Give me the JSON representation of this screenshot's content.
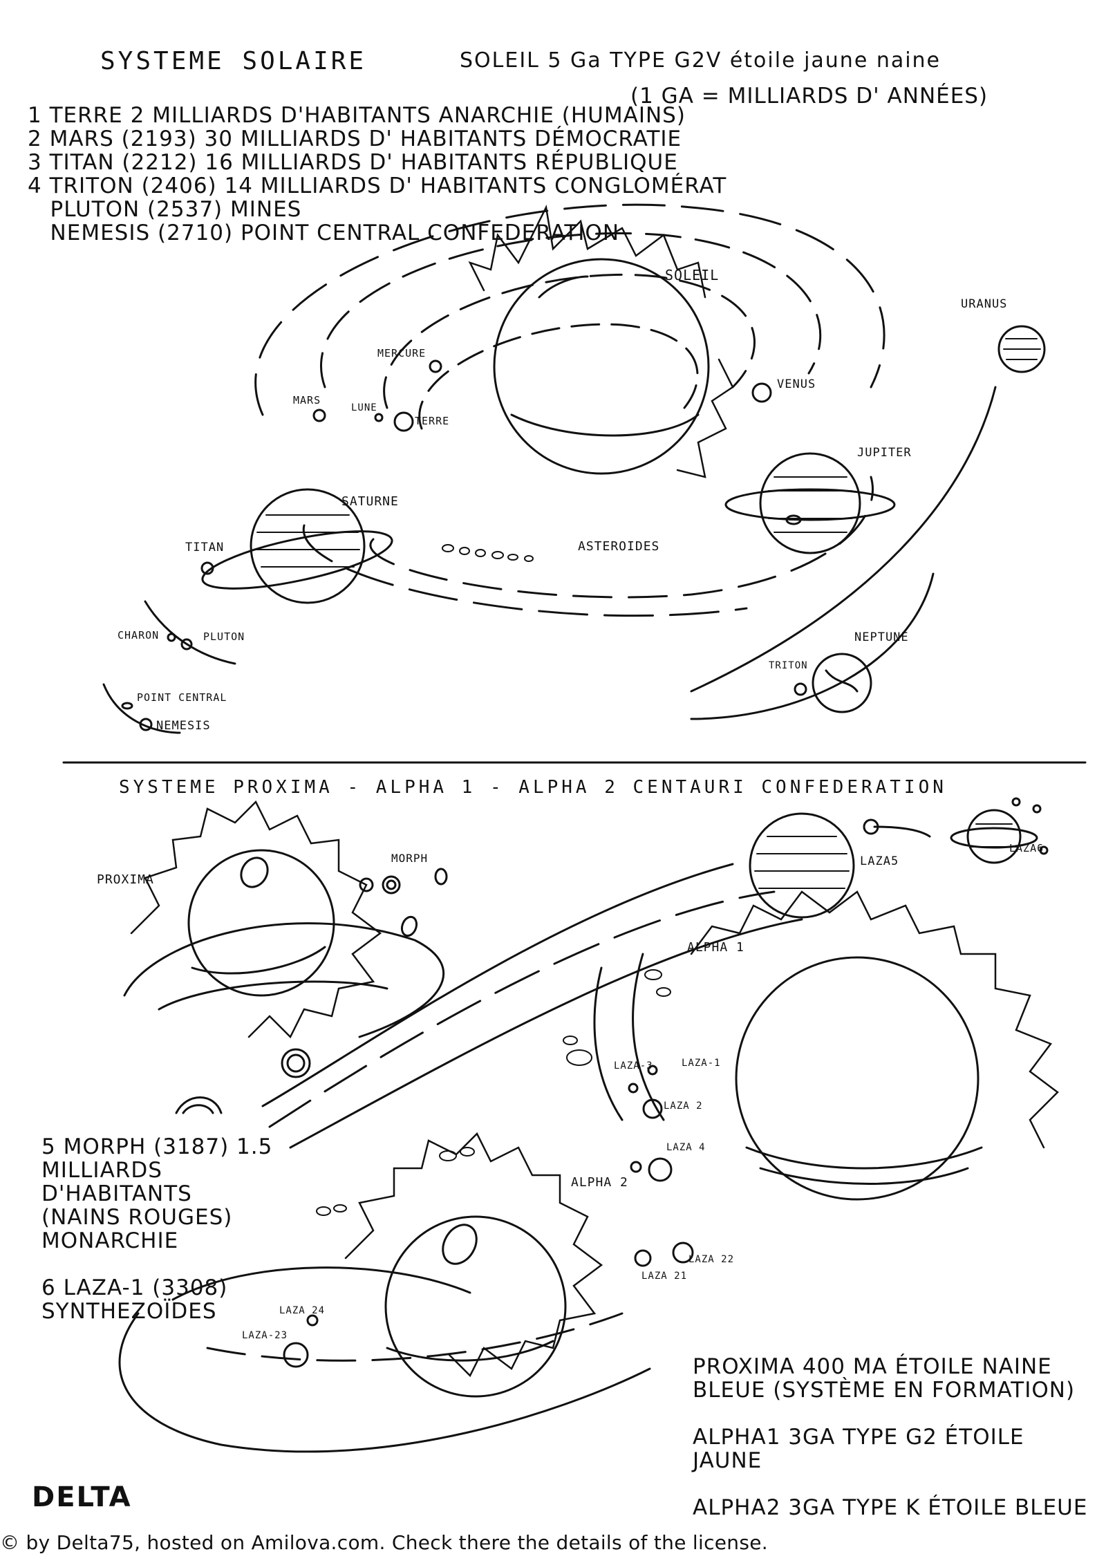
{
  "top": {
    "title": "SYSTEME  SOLAIRE",
    "sun_note": "SOLEIL  5 Ga  TYPE G2V étoile jaune naine",
    "ga_note": "(1 GA = MILLIARDS D' ANNÉES)",
    "list": [
      "1 TERRE 2 MILLIARDS D'HABITANTS ANARCHIE (HUMAINS)",
      "2 MARS (2193) 30 MILLIARDS D' HABITANTS DÉMOCRATIE",
      "3 TITAN (2212) 16 MILLIARDS D' HABITANTS RÉPUBLIQUE",
      "4 TRITON (2406) 14 MILLIARDS D' HABITANTS CONGLOMÉRAT",
      "   PLUTON (2537) MINES",
      "   NEMESIS (2710) POINT CENTRAL CONFEDERATION"
    ],
    "labels": {
      "soleil": "SOLEIL",
      "uranus": "URANUS",
      "mercure": "MERCURE",
      "venus": "VENUS",
      "mars": "MARS",
      "lune": "LUNE",
      "terre": "TERRE",
      "jupiter": "JUPITER",
      "saturne": "SATURNE",
      "asteroides": "ASTEROIDES",
      "titan": "TITAN",
      "charon": "CHARON",
      "pluton": "PLUTON",
      "neptune": "NEPTUNE",
      "triton": "TRITON",
      "point_central": "POINT CENTRAL",
      "nemesis": "NEMESIS"
    }
  },
  "bottom": {
    "title": "SYSTEME  PROXIMA - ALPHA 1 - ALPHA 2  CENTAURI    CONFEDERATION",
    "labels": {
      "proxima": "PROXIMA",
      "morph": "MORPH",
      "laza5": "LAZA5",
      "laza6": "LAZA6",
      "alpha1": "ALPHA 1",
      "laza3": "LAZA-3",
      "laza1": "LAZA-1",
      "laza2": "LAZA 2",
      "laza4": "LAZA 4",
      "alpha2": "ALPHA 2",
      "laza22": "LAZA 22",
      "laza21": "LAZA 21",
      "laza24": "LAZA 24",
      "laza23": "LAZA-23"
    },
    "note_left": [
      "5 MORPH (3187) 1.5",
      "MILLIARDS",
      "D'HABITANTS",
      "(NAINS ROUGES)",
      "MONARCHIE",
      "",
      "6 LAZA-1 (3308)",
      "SYNTHEZOÏDES"
    ],
    "note_right": [
      "PROXIMA 400 MA ÉTOILE NAINE",
      "BLEUE (SYSTÈME EN FORMATION)",
      "",
      "ALPHA1 3GA TYPE G2 ÉTOILE",
      "JAUNE",
      "",
      "ALPHA2 3GA TYPE K ÉTOILE BLEUE"
    ]
  },
  "signature": "DELTA",
  "credit": "© by Delta75, hosted on Amilova.com. Check there the details of the license."
}
